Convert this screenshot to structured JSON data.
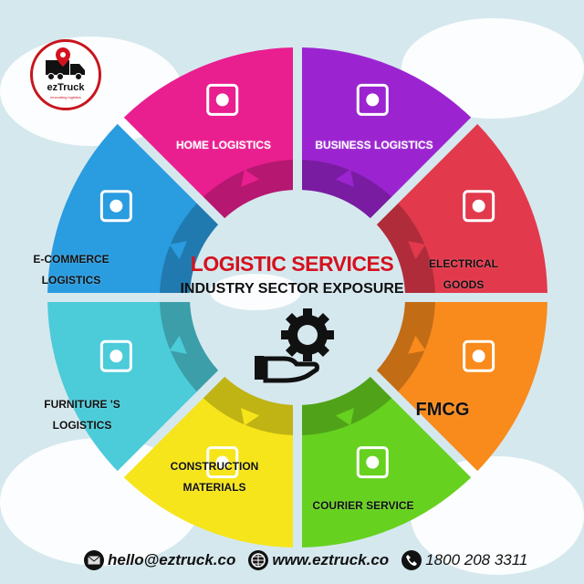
{
  "logo": {
    "name": "ezTruck",
    "tagline": "innovating logistics",
    "brand_color": "#c8141e"
  },
  "center": {
    "title": "LOGISTIC SERVICES",
    "subtitle": "INDUSTRY SECTOR EXPOSURE",
    "icon": "hand-gear-icon"
  },
  "segments": [
    {
      "label": "BUSINESS LOGISTICS",
      "color": "#9b24d0",
      "icon": "business-people-icon"
    },
    {
      "label": "ELECTRICAL GOODS",
      "color": "#e2394c",
      "icon": "electric-sun-icon"
    },
    {
      "label": "FMCG",
      "color": "#f98a1c",
      "icon": "grocery-basket-icon"
    },
    {
      "label": "COURIER SERVICE",
      "color": "#66d11f",
      "icon": "courier-trolley-icon"
    },
    {
      "label": "CONSTRUCTION MATERIALS",
      "color": "#f6e51a",
      "icon": "trowel-icon"
    },
    {
      "label": "FURNITURE 'S LOGISTICS",
      "color": "#4ccbd9",
      "icon": "armchair-icon"
    },
    {
      "label": "E-COMMERCE LOGISTICS",
      "color": "#2a9ce0",
      "icon": "globe-cart-icon"
    },
    {
      "label": "HOME LOGISTICS",
      "color": "#e91e8f",
      "icon": "house-icon"
    }
  ],
  "footer": {
    "email": "hello@eztruck.co",
    "website": "www.eztruck.co",
    "phone": "1800 208 3311"
  }
}
